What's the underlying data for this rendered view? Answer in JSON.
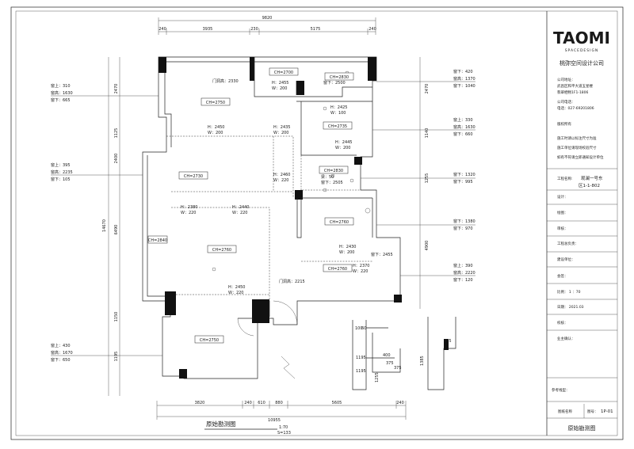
{
  "title_block": {
    "logo": "TAOMI",
    "logo_sub": "SPACEDESIGN",
    "company": "桃弥空间设计公司",
    "addr_label": "公司地址：",
    "addr_1": "武昌区和平大道五星楼",
    "addr_2": "翡翠栖物1F1-1806",
    "phone_label": "公司电话：",
    "phone": "电话：027-69201806",
    "rights": "版权所有",
    "note_1": "施工时请以标注尺寸为准",
    "note_2": "施工单位请现场校验尺寸",
    "note_3": "如有不符请立即通知设计单位",
    "project_label": "工程名称:",
    "project_name": "观澜一号东",
    "project_unit": "区1-1-802",
    "design": "设计：",
    "draw": "绘图：",
    "review": "审核：",
    "leader": "工程总负责：",
    "builder": "建设单位：",
    "sign": "会签：",
    "scale": "比例：  1 ：70",
    "date": "日期：   2021.03",
    "check": "校核：",
    "owner": "业主确认：",
    "ref": "参考线型：",
    "sheet_no_label": "图纸名称",
    "sheet_no_key": "图号：",
    "sheet_no": "1P-01",
    "sheet_name": "原始勘测图"
  },
  "drawing": {
    "caption": "原始勘测图",
    "scale_a": "1:70",
    "scale_b": "S=133",
    "top_total": "9820",
    "top_segments": [
      "240",
      "3935",
      "230",
      "5175",
      "240"
    ],
    "bottom_total": "10955",
    "bottom_segments": [
      "3820",
      "240",
      "610",
      "880",
      "5605",
      "240"
    ],
    "left_total": "14670",
    "left_segments": [
      "2470",
      "1125",
      "2400",
      "6490",
      "1150",
      "1195"
    ],
    "right_segments": [
      "2470",
      "1140",
      "1255",
      "4900"
    ],
    "rooms": [
      {
        "id": "r1",
        "ch": "CH=2750"
      },
      {
        "id": "r2",
        "ch": "CH=2700"
      },
      {
        "id": "r3",
        "ch": "CH=2830"
      },
      {
        "id": "r4",
        "ch": "CH=2735"
      },
      {
        "id": "r5",
        "ch": "CH=2730"
      },
      {
        "id": "r6",
        "ch": "CH=2830"
      },
      {
        "id": "r7",
        "ch": "CH=2760"
      },
      {
        "id": "r8",
        "ch": "CH=2840"
      },
      {
        "id": "r9",
        "ch": "CH=2760"
      },
      {
        "id": "r10",
        "ch": "CH=2760"
      },
      {
        "id": "r11",
        "ch": "CH=2750"
      }
    ],
    "door_notes": [
      {
        "id": "d1",
        "text": "门洞高：2330"
      },
      {
        "id": "d2",
        "text": "门洞高：2215"
      }
    ],
    "hw_notes": [
      {
        "id": "hw1",
        "h": "H：2455",
        "w": "W：200"
      },
      {
        "id": "hw2",
        "h": "H：2425",
        "w": "W：100"
      },
      {
        "id": "hw3",
        "h": "H：2450",
        "w": "W：200"
      },
      {
        "id": "hw4",
        "h": "H：2435",
        "w": "W：200"
      },
      {
        "id": "hw5",
        "h": "H：2445",
        "w": "W：200"
      },
      {
        "id": "hw6",
        "h": "H：2460",
        "w": "W：220"
      },
      {
        "id": "hw7",
        "h": "H：2380",
        "w": "W：220"
      },
      {
        "id": "hw8",
        "h": "H：2440",
        "w": "W：220"
      },
      {
        "id": "hw9",
        "h": "H：2430",
        "w": "W：200"
      },
      {
        "id": "hw10",
        "h": "H：2370",
        "w": "W：220"
      },
      {
        "id": "hw11",
        "h": "H：2450",
        "w": "W：220"
      }
    ],
    "misc_notes": [
      {
        "id": "m1",
        "text": "窗下：2500"
      },
      {
        "id": "m2",
        "text": "梁：50"
      },
      {
        "id": "m3",
        "text": "窗下：2505"
      },
      {
        "id": "m4",
        "text": "窗下：2455"
      }
    ],
    "windows_left": [
      {
        "id": "wl1",
        "a": "窗上：310",
        "b": "窗高：1630",
        "c": "窗下：665"
      },
      {
        "id": "wl2",
        "a": "窗上：395",
        "b": "窗高：2235",
        "c": "窗下：105"
      },
      {
        "id": "wl3",
        "a": "窗上：430",
        "b": "窗高：1670",
        "c": "窗下：650"
      }
    ],
    "windows_right": [
      {
        "id": "wr1",
        "a": "窗下：420",
        "b": "窗高：1370",
        "c": "窗下：1040"
      },
      {
        "id": "wr2",
        "a": "窗上：330",
        "b": "窗高：1630",
        "c": "窗下：660"
      },
      {
        "id": "wr3",
        "a": "窗下：1320",
        "b": "窗下：995"
      },
      {
        "id": "wr4",
        "a": "窗下：1380",
        "b": "窗下：970"
      },
      {
        "id": "wr5",
        "a": "窗上：390",
        "b": "窗高：2220",
        "c": "窗下：120"
      }
    ],
    "details": {
      "d1": [
        "100",
        "60",
        "1195",
        "1195",
        "400",
        "375",
        "1255",
        "375"
      ],
      "d2": [
        "375",
        "1385"
      ]
    }
  }
}
